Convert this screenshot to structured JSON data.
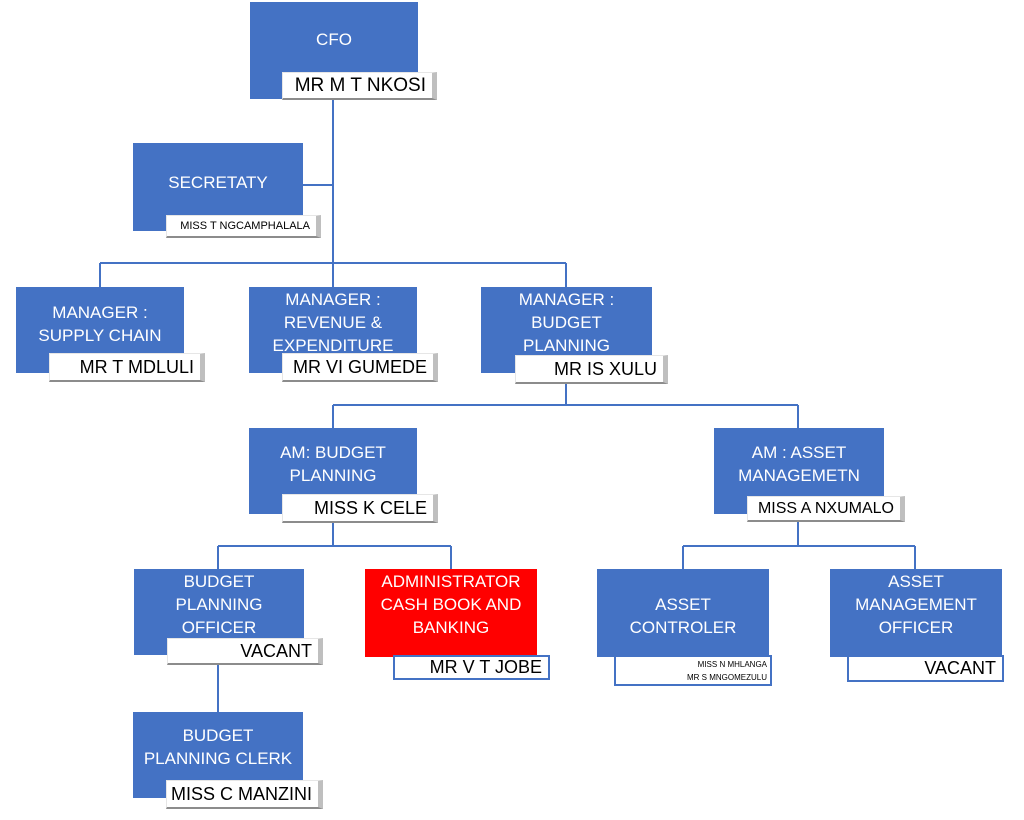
{
  "colors": {
    "box": "#4472c4",
    "highlight": "#ff0000",
    "connector": "#4472c4"
  },
  "chart": {
    "cfo": {
      "title": "CFO",
      "name": "MR M T NKOSI"
    },
    "secretary": {
      "title": "SECRETATY",
      "name": "MISS T NGCAMPHALALA"
    },
    "mgr_supply": {
      "title": "MANAGER :\nSUPPLY CHAIN",
      "name": "MR T MDLULI"
    },
    "mgr_revenue": {
      "title": "MANAGER :\nREVENUE &\nEXPENDITURE",
      "name": "MR VI GUMEDE"
    },
    "mgr_budget": {
      "title": "MANAGER :\nBUDGET\nPLANNING",
      "name": "MR IS XULU"
    },
    "am_budget": {
      "title": "AM: BUDGET\nPLANNING",
      "name": "MISS K CELE"
    },
    "am_asset": {
      "title": "AM : ASSET\nMANAGEMETN",
      "name": "MISS A NXUMALO"
    },
    "bp_officer": {
      "title": "BUDGET\nPLANNING\nOFFICER",
      "name": "VACANT"
    },
    "administrator": {
      "title": "ADMINISTRATOR\nCASH BOOK AND\nBANKING",
      "name": "MR V T JOBE"
    },
    "asset_controller": {
      "title": "ASSET CONTROLER",
      "names": [
        "MISS N MHLANGA",
        "MR S MNGOMEZULU"
      ]
    },
    "asset_officer": {
      "title": "ASSET\nMANAGEMENT\nOFFICER",
      "name": "VACANT"
    },
    "bp_clerk": {
      "title": "BUDGET\nPLANNING CLERK",
      "name": "MISS C MANZINI"
    }
  }
}
